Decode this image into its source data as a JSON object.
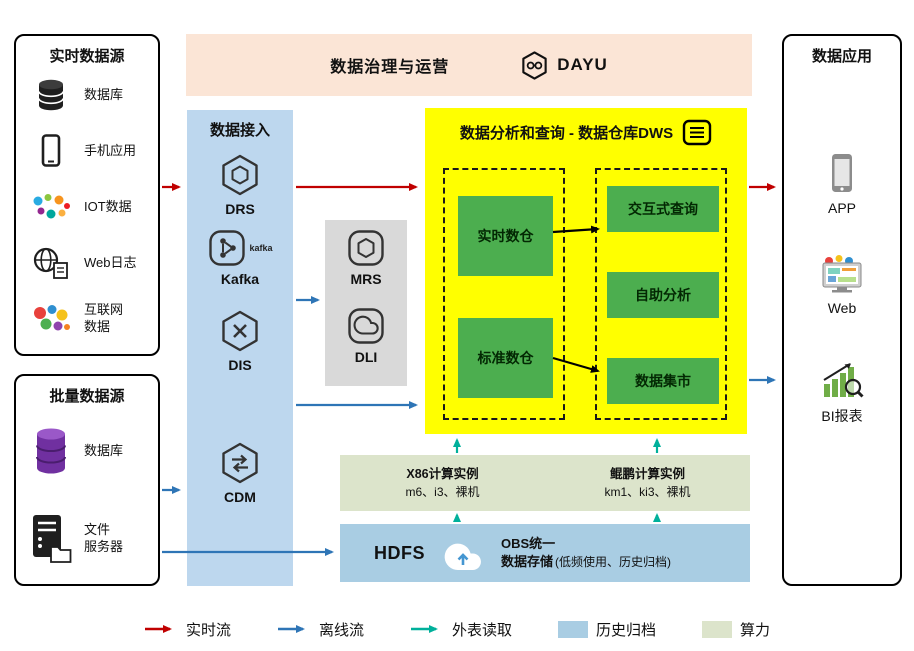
{
  "banner": {
    "title": "数据治理与运营",
    "logo": "DAYU"
  },
  "realtime_sources": {
    "title": "实时数据源",
    "items": [
      {
        "label": "数据库",
        "icon": "database-icon"
      },
      {
        "label": "手机应用",
        "icon": "phone-icon"
      },
      {
        "label": "IOT数据",
        "icon": "iot-icon"
      },
      {
        "label": "Web日志",
        "icon": "weblog-globe-icon"
      },
      {
        "label": "互联网\n数据",
        "icon": "internet-data-icon"
      }
    ]
  },
  "batch_sources": {
    "title": "批量数据源",
    "items": [
      {
        "label": "数据库",
        "icon": "purple-database-icon"
      },
      {
        "label": "文件\n服务器",
        "icon": "file-server-icon"
      }
    ]
  },
  "ingestion": {
    "title": "数据接入",
    "items": [
      {
        "label": "DRS"
      },
      {
        "label": "Kafka",
        "logo_text": "kafka"
      },
      {
        "label": "DIS"
      },
      {
        "label": "CDM"
      }
    ]
  },
  "processing": {
    "items": [
      {
        "label": "MRS"
      },
      {
        "label": "DLI"
      }
    ]
  },
  "dws": {
    "title": "数据分析和查询 - 数据仓库DWS",
    "warehouses": [
      {
        "label": "实时数仓"
      },
      {
        "label": "标准数仓"
      }
    ],
    "services": [
      {
        "label": "交互式查询"
      },
      {
        "label": "自助分析"
      },
      {
        "label": "数据集市"
      }
    ]
  },
  "compute": {
    "x86": {
      "title": "X86计算实例",
      "subtitle": "m6、i3、裸机"
    },
    "kunpeng": {
      "title": "鲲鹏计算实例",
      "subtitle": "km1、ki3、裸机"
    }
  },
  "storage": {
    "hdfs_label": "HDFS",
    "obs_line1": "OBS统一",
    "obs_line2": "数据存储",
    "obs_note": "(低频使用、历史归档)"
  },
  "applications": {
    "title": "数据应用",
    "items": [
      {
        "label": "APP",
        "icon": "app-phone-icon"
      },
      {
        "label": "Web",
        "icon": "web-monitor-icon"
      },
      {
        "label": "BI报表",
        "icon": "bi-chart-icon"
      }
    ]
  },
  "legend": {
    "realtime": "实时流",
    "offline": "离线流",
    "external_read": "外表读取",
    "archive": "历史归档",
    "compute_power": "算力"
  },
  "colors": {
    "realtime_flow": "#c00000",
    "offline_flow": "#2e75b6",
    "external_read": "#00b09b",
    "archive_bg": "#a9cde3",
    "compute_bg": "#dce4cb",
    "dws_bg": "#ffff00",
    "green_box": "#4cae4f",
    "ingestion_bg": "#bdd7ee",
    "banner_bg": "#fbe5d6",
    "processing_bg": "#d9d9d9"
  }
}
